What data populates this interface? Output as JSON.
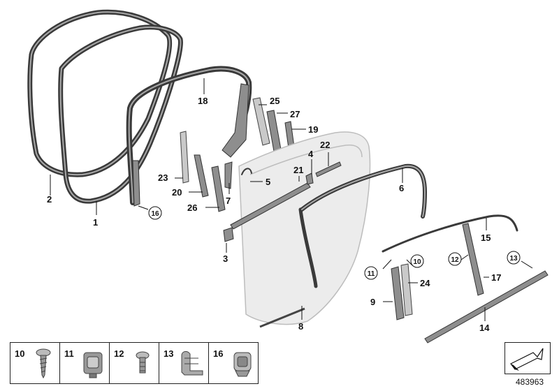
{
  "diagram": {
    "callouts": [
      "1",
      "2",
      "3",
      "4",
      "5",
      "6",
      "7",
      "8",
      "9",
      "10",
      "11",
      "12",
      "13",
      "14",
      "15",
      "16",
      "17",
      "18",
      "19",
      "20",
      "21",
      "22",
      "23",
      "24",
      "25",
      "26",
      "27"
    ],
    "circled_callouts": [
      "10",
      "11",
      "12",
      "13",
      "16"
    ]
  },
  "legend": {
    "items": [
      {
        "number": "10",
        "icon": "screw-icon"
      },
      {
        "number": "11",
        "icon": "clip-nut-icon"
      },
      {
        "number": "12",
        "icon": "bolt-icon"
      },
      {
        "number": "13",
        "icon": "clamp-clip-icon"
      },
      {
        "number": "16",
        "icon": "expanding-nut-icon"
      }
    ]
  },
  "footer": {
    "document_number": "483963",
    "arrow_icon": "direction-arrow-icon"
  }
}
